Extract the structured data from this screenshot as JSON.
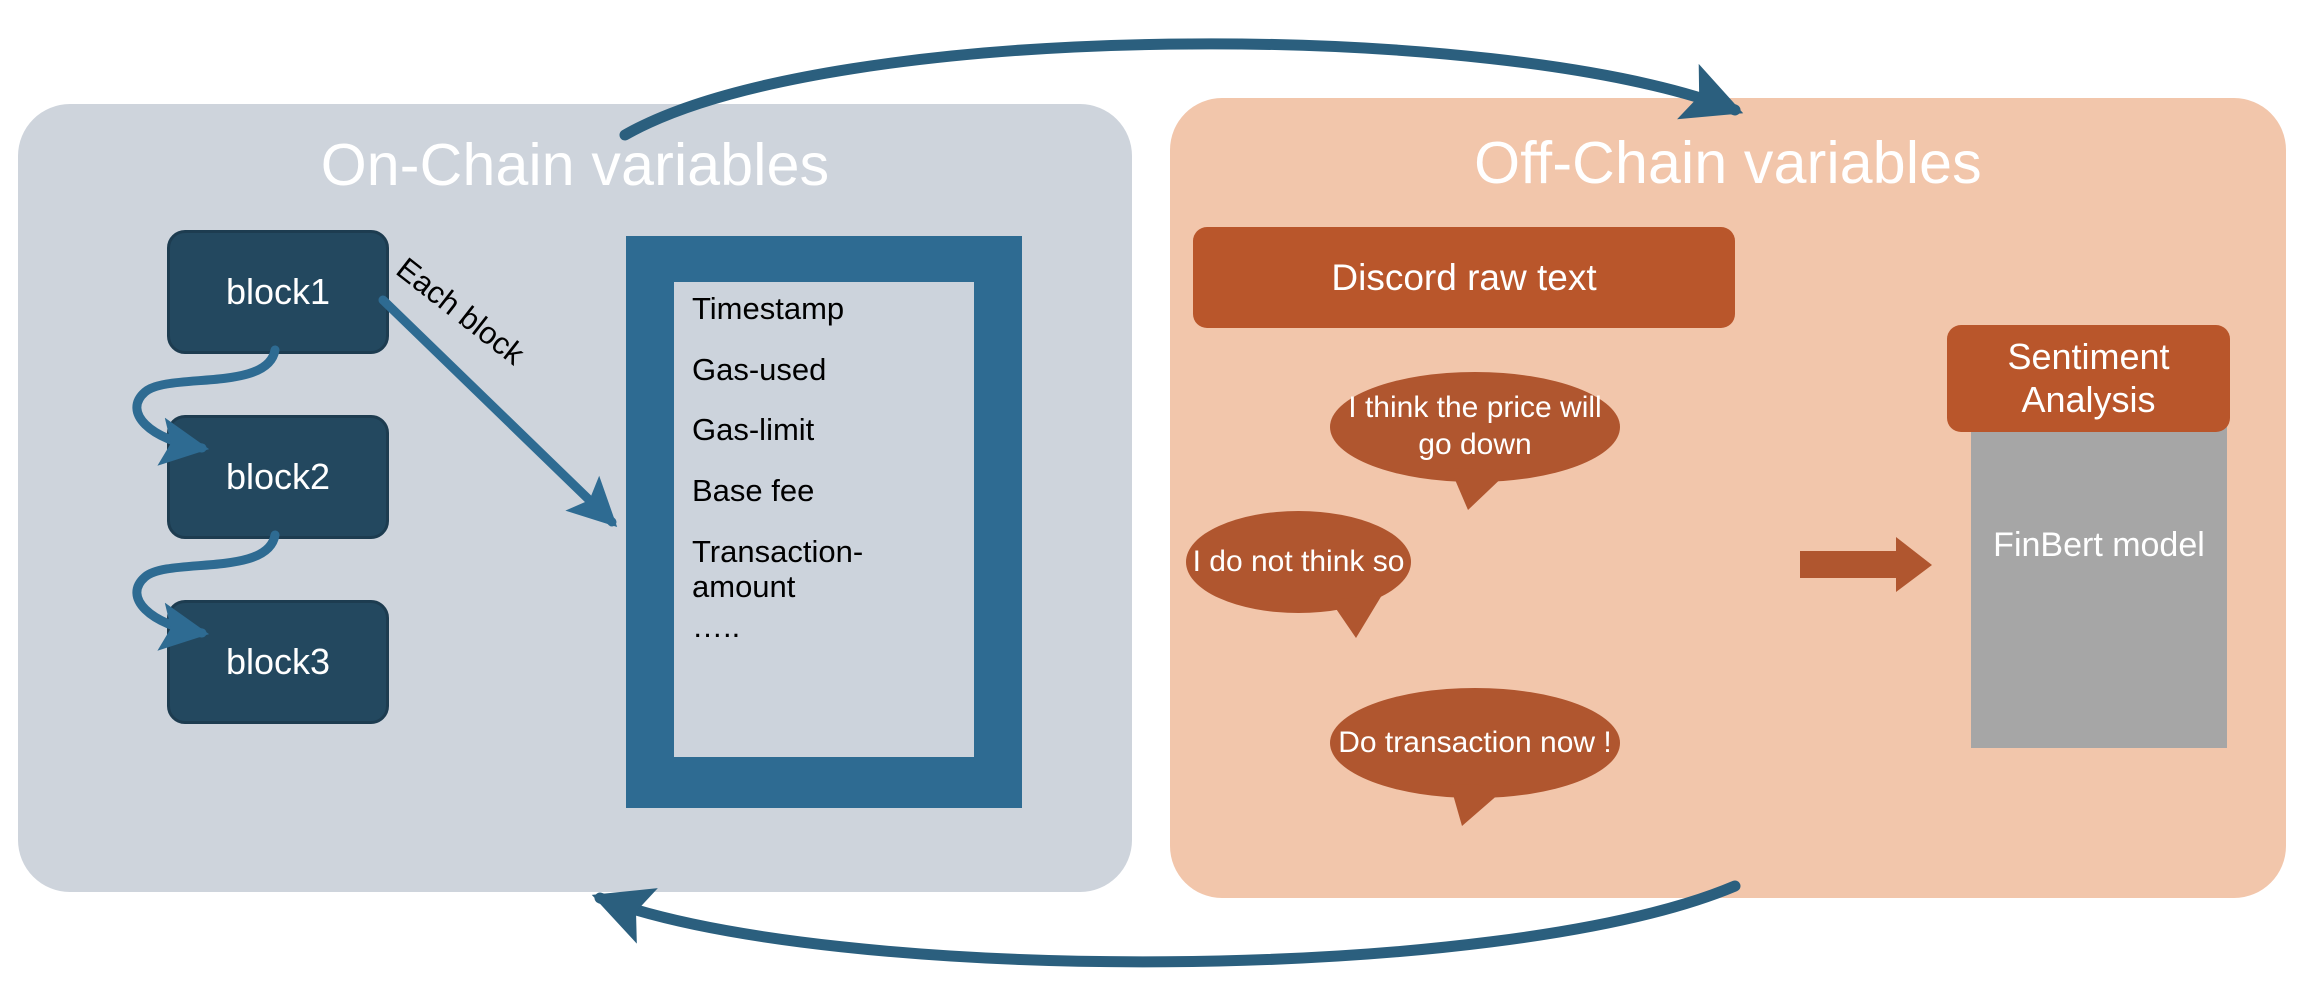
{
  "onchain": {
    "title": "On-Chain variables",
    "blocks": [
      {
        "label": "block1"
      },
      {
        "label": "block2"
      },
      {
        "label": "block3"
      }
    ],
    "edge_label": "Each block",
    "variables": [
      "Timestamp",
      "Gas-used",
      "Gas-limit",
      "Base fee",
      "Transaction-\namount",
      "….."
    ],
    "variables_flat": [
      "Timestamp",
      "Gas-used",
      "Gas-limit",
      "Base fee",
      "Transaction-",
      "amount",
      "….."
    ]
  },
  "offchain": {
    "title": "Off-Chain variables",
    "source_label": "Discord raw text",
    "messages": [
      "I think the price will go down",
      "I do not think so",
      "Do transaction now !"
    ],
    "model_header": "Sentiment Analysis",
    "model_name": "FinBert model"
  },
  "colors": {
    "onchain_panel": "#ced4dc",
    "offchain_panel": "#f2c6ab",
    "block_fill": "#23485f",
    "varbox_frame": "#2e6b92",
    "varbox_inner": "#ccd3dc",
    "accent_orange": "#b9562b",
    "bubble_fill": "#b0562f",
    "model_gray": "#a6a6a6",
    "arrow_blue": "#2e6b92"
  },
  "flow": {
    "top_arrow_name": "on-chain-to-off-chain-arrow",
    "bottom_arrow_name": "off-chain-to-on-chain-arrow",
    "process_arrow_name": "text-to-model-arrow"
  }
}
